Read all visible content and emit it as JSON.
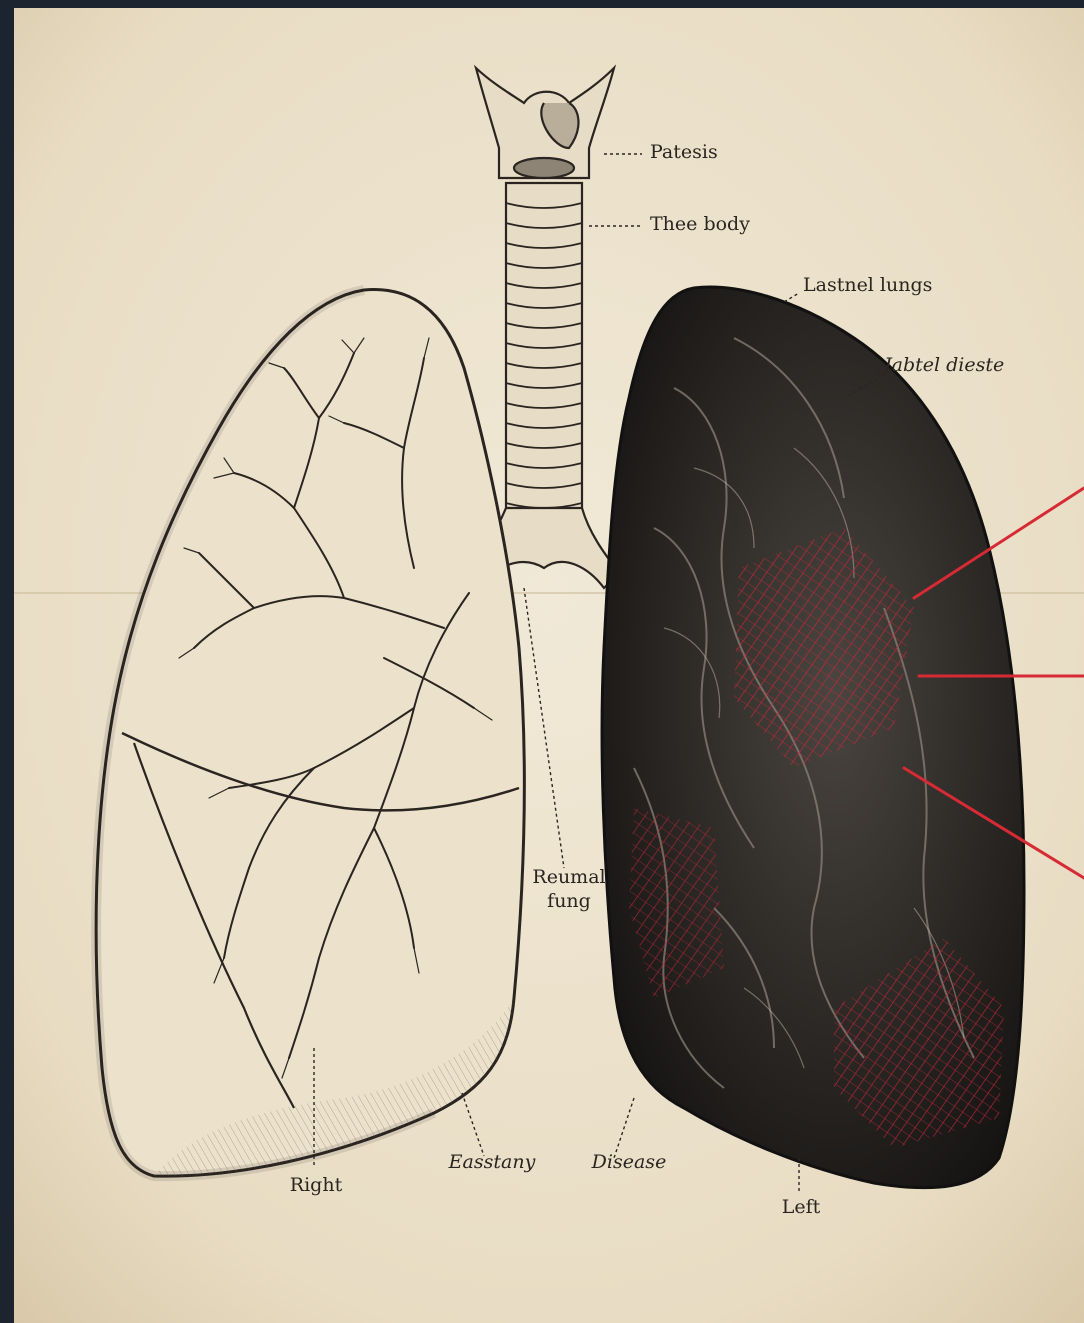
{
  "labels": {
    "patesis": "Patesis",
    "thee_body": "Thee body",
    "lastnel_lungs": "Lastnel lungs",
    "jabtel_dieste": "Jabtel dieste",
    "reumal_fung": "Reumal\nfung",
    "right": "Right",
    "easstany": "Easstany",
    "disease": "Disease",
    "left": "Left"
  },
  "colors": {
    "paper": "#ede3cf",
    "ink": "#2a2520",
    "dark_lung": "#2b2826",
    "highlight_red": "#d62a35"
  }
}
